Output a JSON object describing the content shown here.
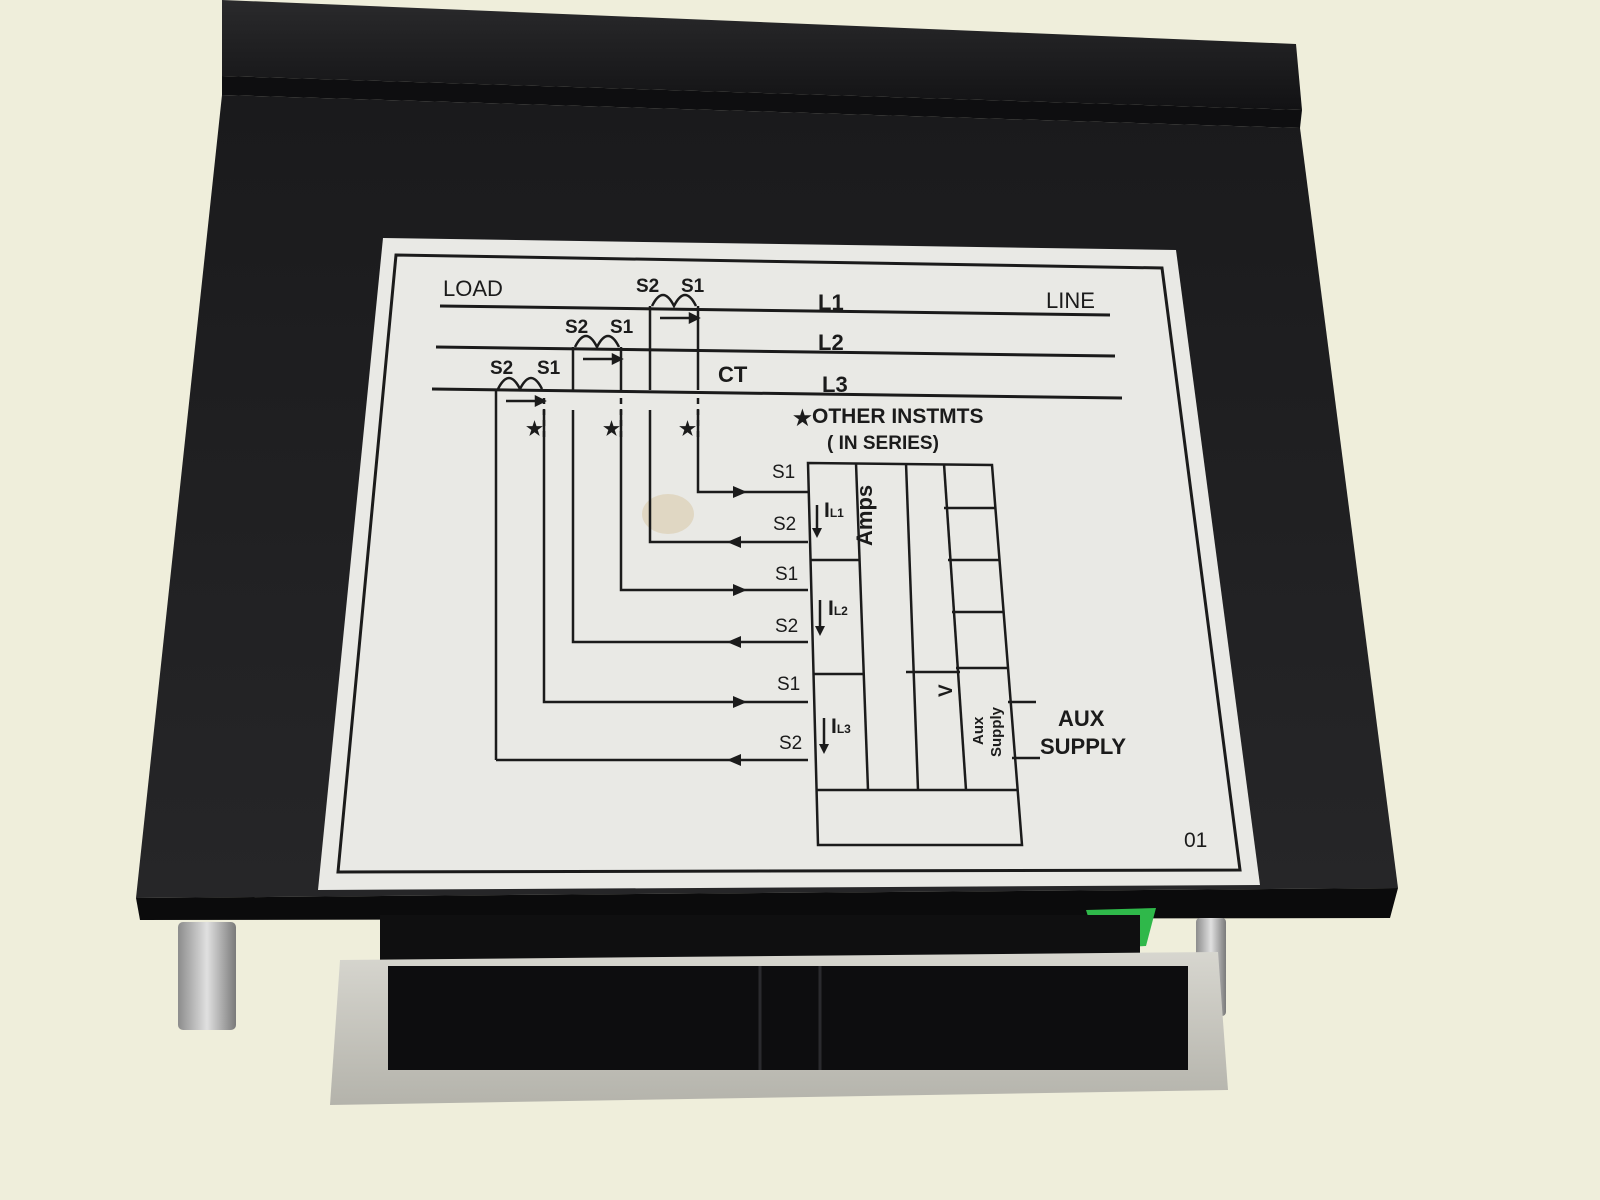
{
  "label": {
    "top": {
      "load": "LOAD",
      "line": "LINE",
      "ct": "CT",
      "phases": [
        "L1",
        "L2",
        "L3"
      ],
      "ct_terminals": {
        "s2": "S2",
        "s1": "S1"
      }
    },
    "other_instruments": {
      "star": "★",
      "title": "OTHER INSTMTS",
      "note": "( IN SERIES)"
    },
    "terminals": [
      {
        "s1": "S1",
        "s2": "S2",
        "current": "I",
        "sub": "L1"
      },
      {
        "s1": "S1",
        "s2": "S2",
        "current": "I",
        "sub": "L2"
      },
      {
        "s1": "S1",
        "s2": "S2",
        "current": "I",
        "sub": "L3"
      }
    ],
    "meter": {
      "amps": "Amps",
      "voltage": "V",
      "aux_supply_line1": "Aux",
      "aux_supply_line2": "Supply"
    },
    "aux_supply": {
      "line1": "AUX",
      "line2": "SUPPLY"
    },
    "code": "01"
  },
  "colors": {
    "background": "#efeedb",
    "housing": "#1c1c1e",
    "label_paper": "#e9e9e5",
    "ink": "#1b1b1b",
    "accent_green": "#2fb84a"
  }
}
